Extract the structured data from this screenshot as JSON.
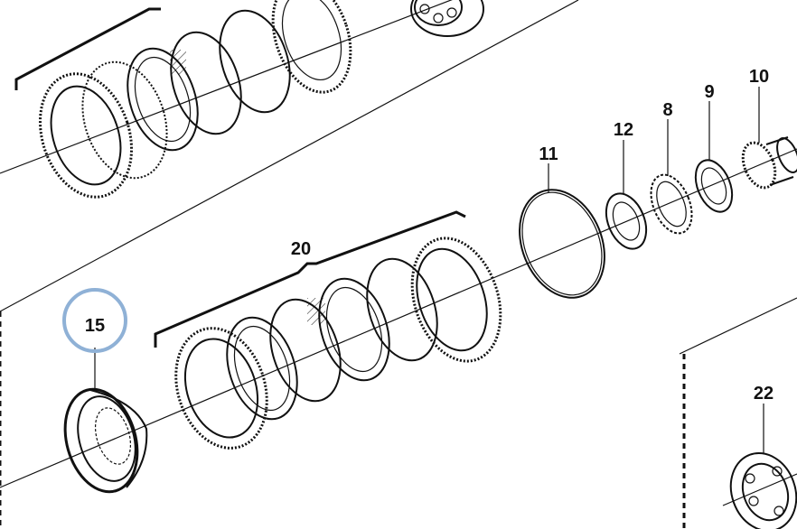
{
  "diagram": {
    "callouts": [
      {
        "id": "p11",
        "label": "11"
      },
      {
        "id": "p12",
        "label": "12"
      },
      {
        "id": "p8",
        "label": "8"
      },
      {
        "id": "p9",
        "label": "9"
      },
      {
        "id": "p10",
        "label": "10"
      },
      {
        "id": "p20",
        "label": "20"
      },
      {
        "id": "p15",
        "label": "15",
        "highlighted": true
      },
      {
        "id": "p22",
        "label": "22"
      }
    ],
    "colors": {
      "line": "#111111",
      "highlight": "#8fb1d6",
      "background": "#ffffff"
    }
  }
}
